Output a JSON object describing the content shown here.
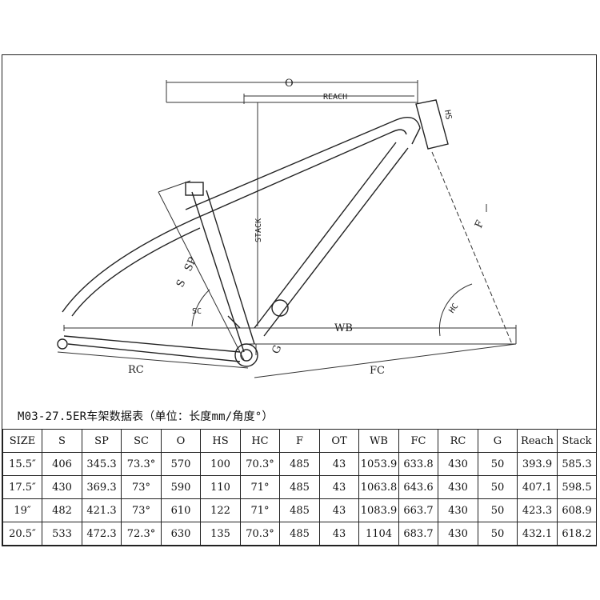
{
  "diagram": {
    "labels": {
      "o": "O",
      "reach": "REACH",
      "hs": "HS",
      "stack": "STACK",
      "sp": "SP",
      "s": "S",
      "sc": "SC",
      "f": "F",
      "hc": "HC",
      "wb": "WB",
      "g": "G",
      "rc": "RC",
      "fc": "FC"
    }
  },
  "table": {
    "title": "M03-27.5ER车架数据表（单位：长度mm/角度°）",
    "headers": [
      "SIZE",
      "S",
      "SP",
      "SC",
      "O",
      "HS",
      "HC",
      "F",
      "OT",
      "WB",
      "FC",
      "RC",
      "G",
      "Reach",
      "Stack"
    ],
    "rows": [
      [
        "15.5″",
        "406",
        "345.3",
        "73.3°",
        "570",
        "100",
        "70.3°",
        "485",
        "43",
        "1053.9",
        "633.8",
        "430",
        "50",
        "393.9",
        "585.3"
      ],
      [
        "17.5″",
        "430",
        "369.3",
        "73°",
        "590",
        "110",
        "71°",
        "485",
        "43",
        "1063.8",
        "643.6",
        "430",
        "50",
        "407.1",
        "598.5"
      ],
      [
        "19″",
        "482",
        "421.3",
        "73°",
        "610",
        "122",
        "71°",
        "485",
        "43",
        "1083.9",
        "663.7",
        "430",
        "50",
        "423.3",
        "608.9"
      ],
      [
        "20.5″",
        "533",
        "472.3",
        "72.3°",
        "630",
        "135",
        "70.3°",
        "485",
        "43",
        "1104",
        "683.7",
        "430",
        "50",
        "432.1",
        "618.2"
      ]
    ]
  }
}
